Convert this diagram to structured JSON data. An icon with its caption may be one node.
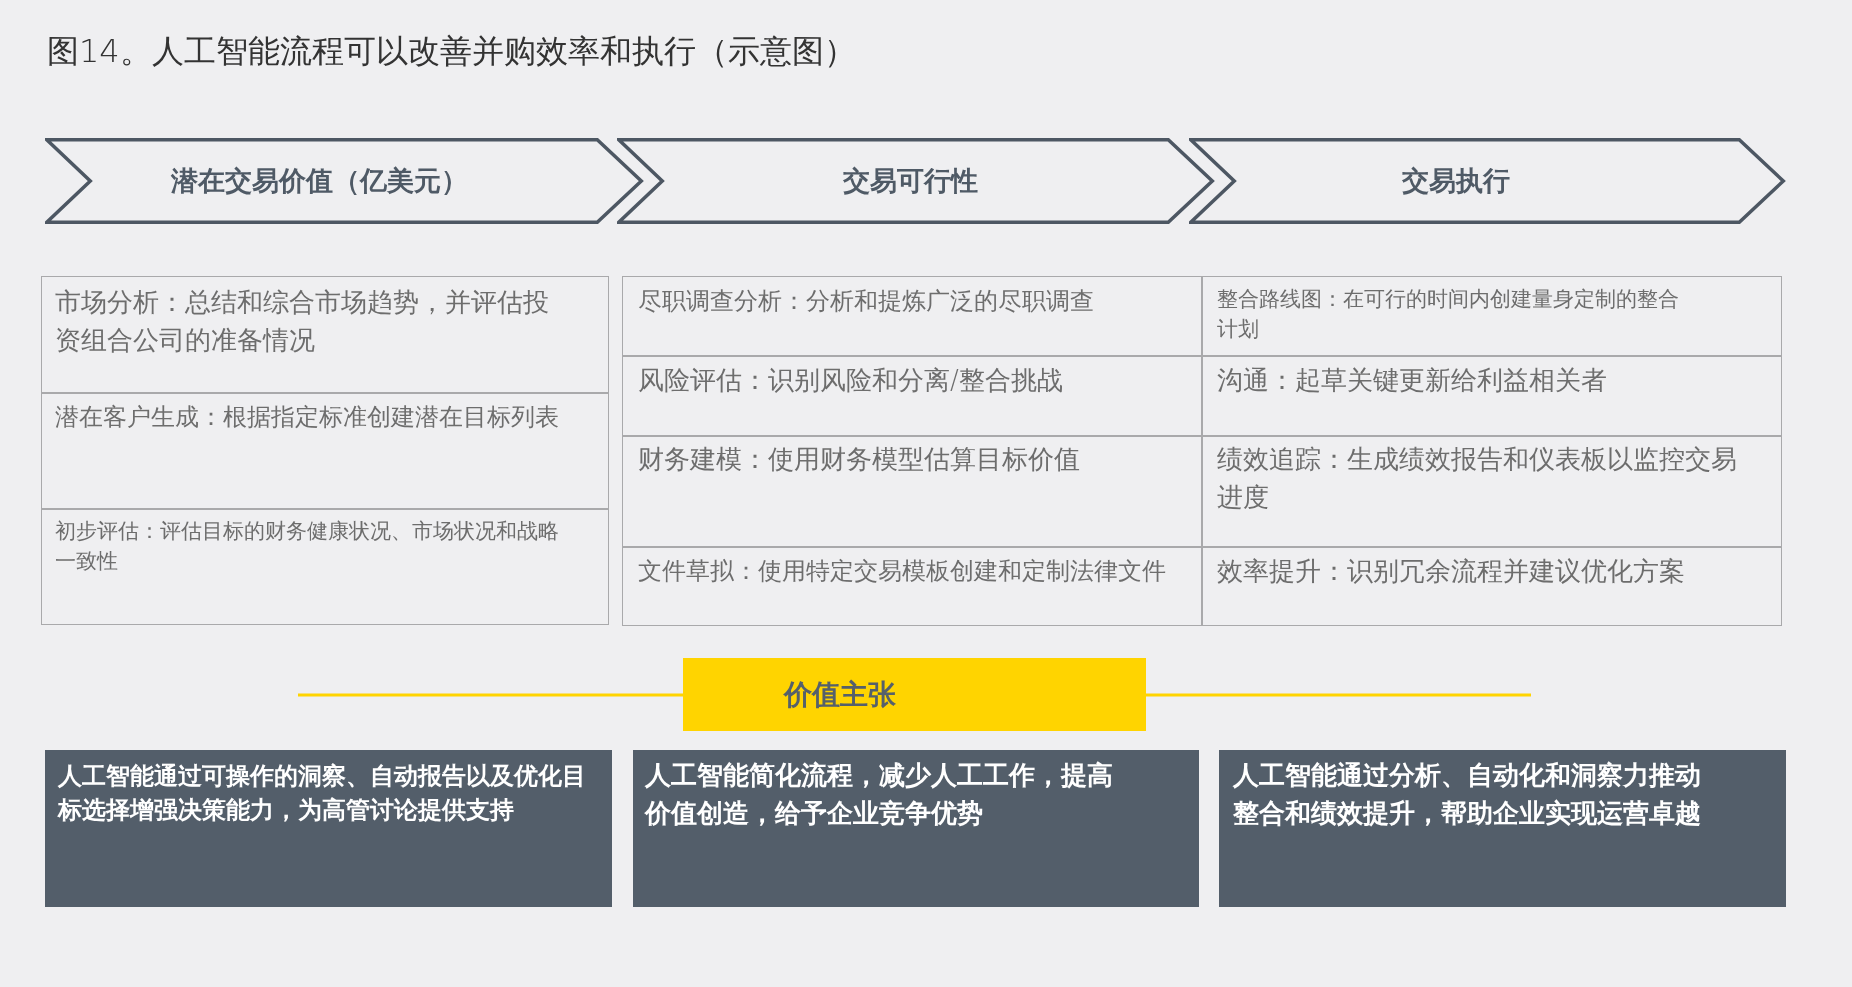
{
  "diagram": {
    "title": "图14。人工智能流程可以改善并购效率和执行（示意图）",
    "nodes": [
      {
        "text": [
          "潜在交易价值（亿美元）"
        ]
      },
      {
        "text": [
          "交易可行性"
        ]
      },
      {
        "text": [
          "交易执行"
        ]
      },
      {
        "text": [
          "市场分析：总结和综合市场趋势，并评估投资组合公司的准备情况"
        ]
      },
      {
        "text": [
          "潜在客户生成：根据指定标准创建潜在目标列表"
        ]
      },
      {
        "text": [
          "初步评估：评估目标的财务健康状况、市场状况和战略一致性"
        ]
      },
      {
        "text": [
          "尽职调查分析：分析和提炼广泛的尽职调查"
        ]
      },
      {
        "text": [
          "风险评估：识别风险和分离/整合挑战"
        ]
      },
      {
        "text": [
          "财务建模：使用财务模型估算目标价值"
        ]
      },
      {
        "text": [
          "文件草拟：使用特定交易模板创建和定制法律文件"
        ]
      },
      {
        "text": [
          "整合路线图：在可行的时间内创建量身定制的整合计划"
        ]
      },
      {
        "text": [
          "沟通：起草关键更新给利益相关者"
        ]
      },
      {
        "text": [
          "绩效追踪：生成绩效报告和仪表板以监控交易进度"
        ]
      },
      {
        "text": [
          "效率提升：识别冗余流程并建议优化方案"
        ]
      },
      {
        "text": [
          "价值主张"
        ]
      },
      {
        "text": [
          "人工智能通过可操作的洞察、自动报告以及优化目标选择增强决策能力，为高管讨论提供支持"
        ]
      },
      {
        "text": [
          "人工智能简化流程，减少人工工作，提高价值创造，给予企业竞争优势"
        ]
      },
      {
        "text": [
          "人工智能通过分析、自动化和洞察力推动整合和绩效提升，帮助企业实现运营卓越"
        ]
      }
    ]
  }
}
